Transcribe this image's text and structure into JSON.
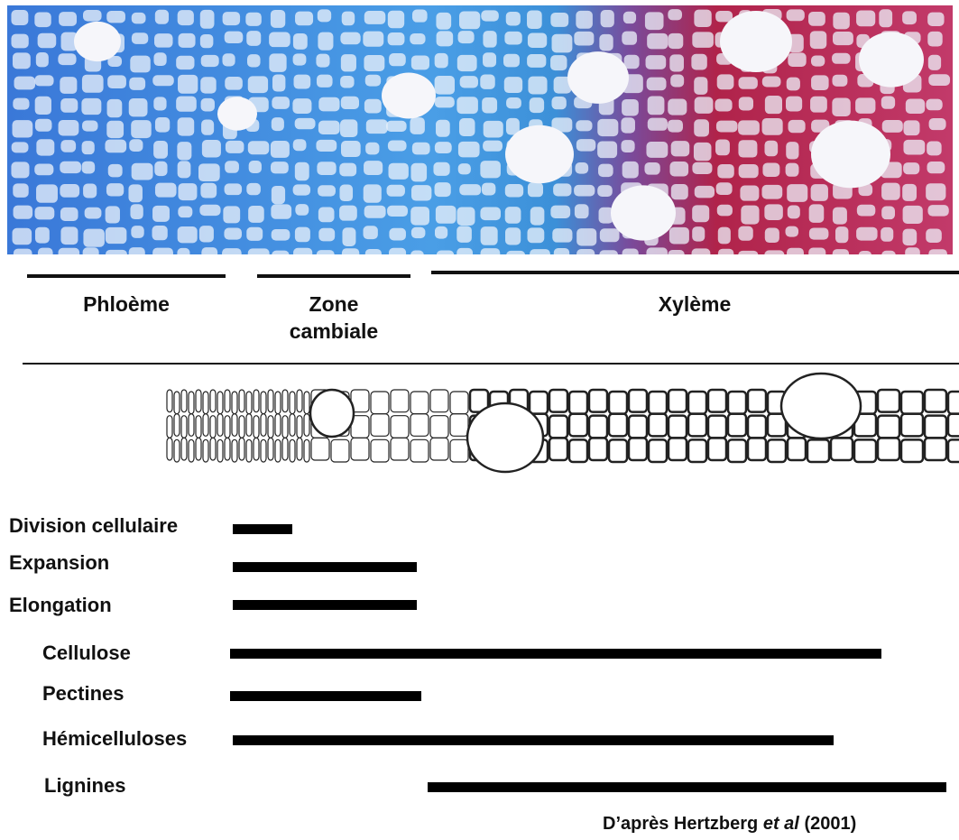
{
  "zones": [
    {
      "label_lines": [
        "Phloème"
      ]
    },
    {
      "label_lines": [
        "Zone",
        "cambiale"
      ]
    },
    {
      "label_lines": [
        "Xylème"
      ]
    }
  ],
  "processes": [
    {
      "label": "Division cellulaire"
    },
    {
      "label": "Expansion"
    },
    {
      "label": "Elongation"
    },
    {
      "label": "Cellulose"
    },
    {
      "label": "Pectines"
    },
    {
      "label": "Hémicelluloses"
    },
    {
      "label": "Lignines"
    }
  ],
  "credit": {
    "prefix": "D’après Hertzberg",
    "etal": "et al",
    "year": "(2001)"
  },
  "colors": {
    "phloem_stain": "#2f6fd0",
    "xylem_stain": "#b0234a",
    "bar": "#000000"
  }
}
